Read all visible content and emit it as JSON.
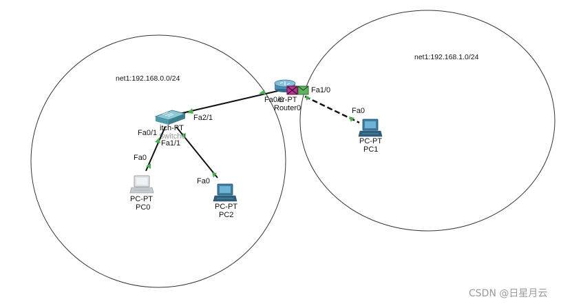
{
  "networks": [
    {
      "id": "left",
      "label": "net1:192.168.0.0/24"
    },
    {
      "id": "right",
      "label": "net1:192.168.1.0/24"
    }
  ],
  "devices": {
    "router": {
      "model": "er-PT",
      "name": "Router0"
    },
    "switch": {
      "model": "itch-PT",
      "name": "Switch0"
    },
    "pc0": {
      "model": "PC-PT",
      "name": "PC0"
    },
    "pc1": {
      "model": "PC-PT",
      "name": "PC1"
    },
    "pc2": {
      "model": "PC-PT",
      "name": "PC2"
    }
  },
  "ports": {
    "router_fa00": "Fa0/0",
    "router_fa10": "Fa1/0",
    "switch_fa21": "Fa2/1",
    "switch_fa01": "Fa0/1",
    "switch_fa11": "Fa1/1",
    "pc0_fa0": "Fa0",
    "pc1_fa0": "Fa0",
    "pc2_fa0": "Fa0"
  },
  "colors": {
    "link": "#111111",
    "link_up_marker": "#4caf50",
    "router_blue": "#4a8fb4",
    "switch_teal": "#4e9aa8",
    "pc_blue": "#3d7ca3"
  },
  "watermark": "CSDN @日星月云"
}
